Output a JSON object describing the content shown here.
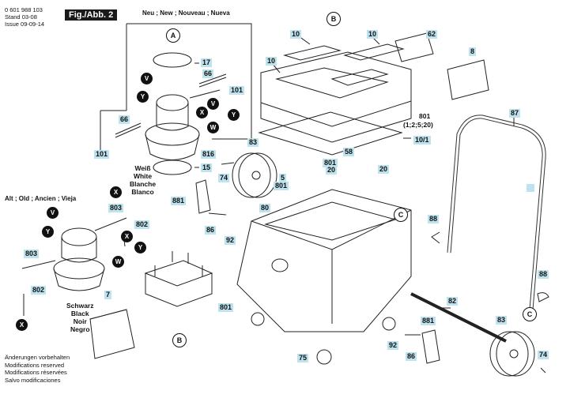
{
  "header": {
    "doc_number": "0 601 988 103",
    "stand_label": "Stand",
    "stand_value": "03-08",
    "issue_label": "Issue",
    "issue_value": "09-09-14",
    "figure_tag": "Fig./Abb. 2"
  },
  "section_titles": {
    "new": "Neu ; New ; Nouveau ; Nueva",
    "old": "Alt ; Old ; Ancien ; Vieja"
  },
  "color_notes": {
    "white": [
      "Weiß",
      "White",
      "Blanche",
      "Blanco"
    ],
    "black": [
      "Schwarz",
      "Black",
      "Noir",
      "Negro"
    ]
  },
  "footer": [
    "Änderungen vorbehalten",
    "Modifications reserved",
    "Modifications réservées",
    "Salvo modificaciones"
  ],
  "callouts": {
    "c10a": "10",
    "c10b": "10",
    "c10c": "10",
    "c62": "62",
    "c8": "8",
    "c17": "17",
    "c66": "66",
    "c101a": "101",
    "c66b": "66",
    "c101b": "101",
    "c816": "816",
    "c15": "15",
    "c83": "83",
    "c74": "74",
    "c801a": "801",
    "c20a": "20",
    "c58": "58",
    "c20b": "20",
    "c801b": "801",
    "c801_sub": "(1;2;5;20)",
    "c10_1": "10/1",
    "c87": "87",
    "c5": "5",
    "c801c": "801",
    "c881a": "881",
    "c80": "80",
    "c803a": "803",
    "c802a": "802",
    "c86a": "86",
    "c92a": "92",
    "c88a": "88",
    "c803b": "803",
    "c802b": "802",
    "c88b": "88",
    "c7": "7",
    "c801d": "801",
    "c82": "82",
    "c881b": "881",
    "c92b": "92",
    "c86b": "86",
    "c83b": "83",
    "c75": "75",
    "c74b": "74"
  },
  "markers": {
    "A": "A",
    "B": "B",
    "C": "C",
    "V": "V",
    "Y": "Y",
    "X": "X",
    "W": "W"
  },
  "accent_color": "#bfe3ee"
}
